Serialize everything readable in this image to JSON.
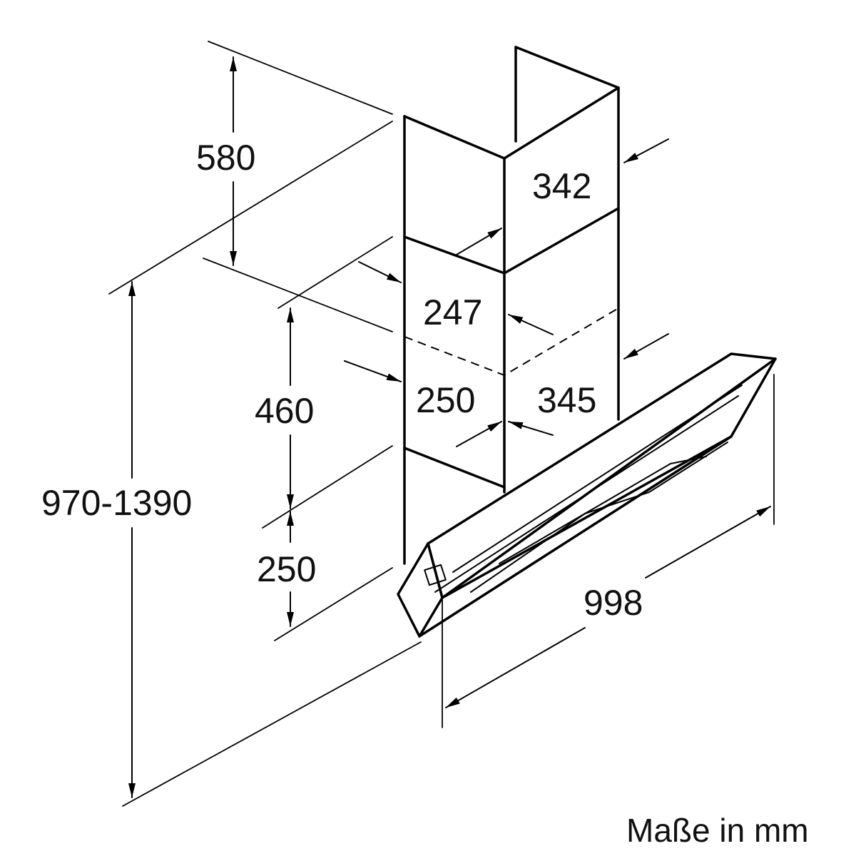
{
  "dimensions": {
    "chimney_upper_height": "580",
    "chimney_upper_depth": "342",
    "chimney_lower_width": "247",
    "chimney_lower_height": "460",
    "chimney_lower_width_front": "250",
    "chimney_lower_depth": "345",
    "hood_height": "250",
    "total_height": "970-1390",
    "hood_width": "998"
  },
  "unit_note": "Maße in mm"
}
